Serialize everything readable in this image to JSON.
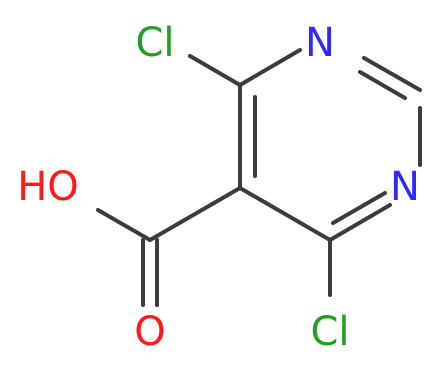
{
  "molecule": {
    "atoms": {
      "cl_top": "Cl",
      "n_top": "N",
      "n_right": "N",
      "oh": "HO",
      "o_bottom": "O",
      "cl_bottom": "Cl"
    },
    "colors": {
      "bond": "#3c3c3c",
      "carbon_text": "#3c3c3c",
      "chlorine": "#22a022",
      "nitrogen": "#2a2aff",
      "oxygen": "#ff1a1a"
    }
  }
}
